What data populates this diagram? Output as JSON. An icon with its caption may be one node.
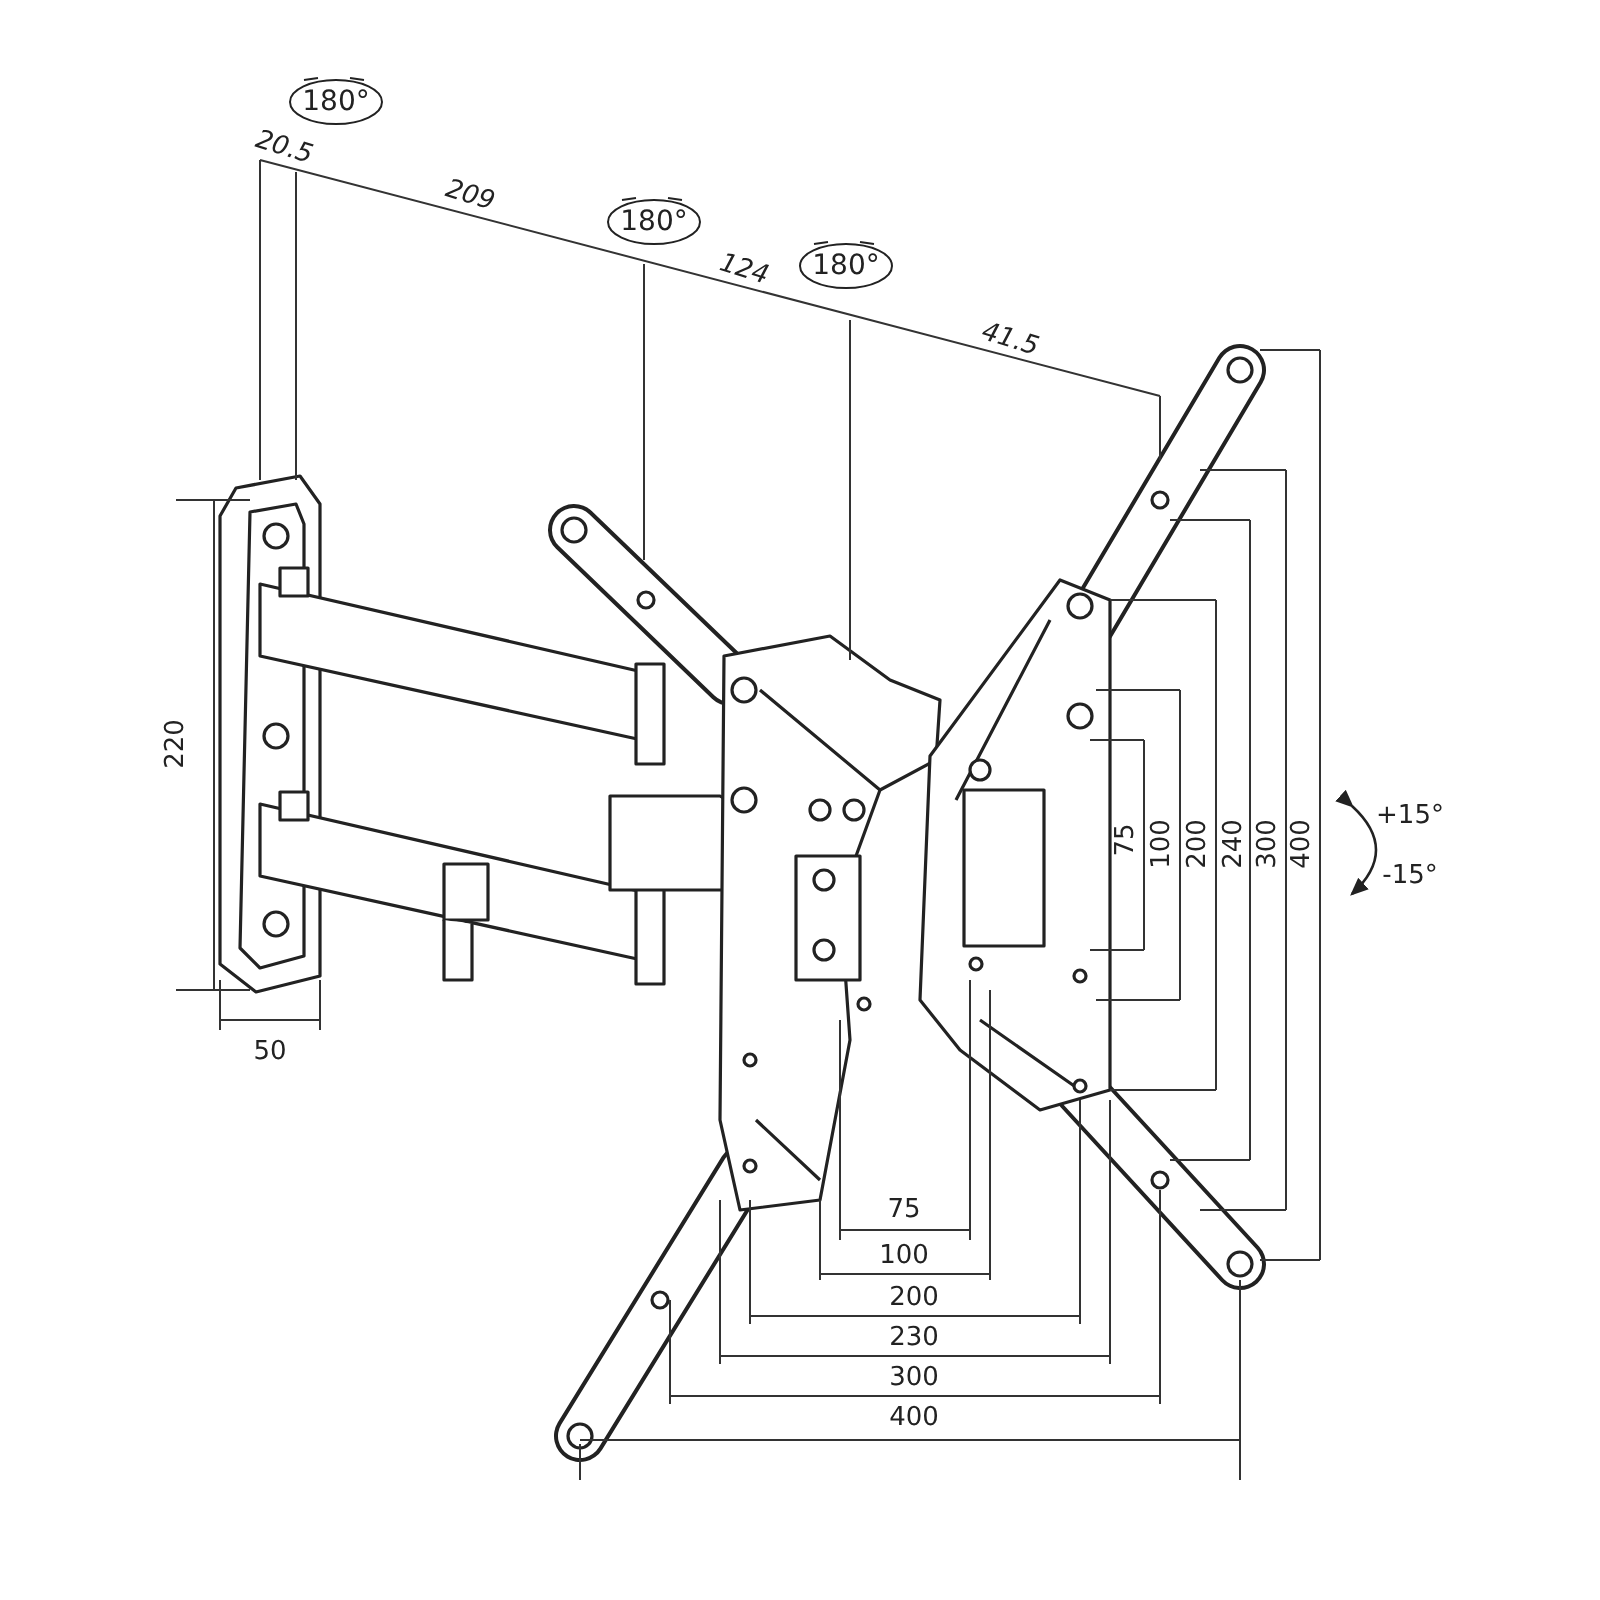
{
  "diagram": {
    "labels": [
      "180°",
      "20.5",
      "209",
      "180°",
      "124",
      "180°",
      "41.5",
      "220",
      "75",
      "100",
      "200",
      "240",
      "300",
      "400",
      "+15°",
      "-15°",
      "50",
      "75",
      "100",
      "200",
      "230",
      "300",
      "400"
    ]
  }
}
